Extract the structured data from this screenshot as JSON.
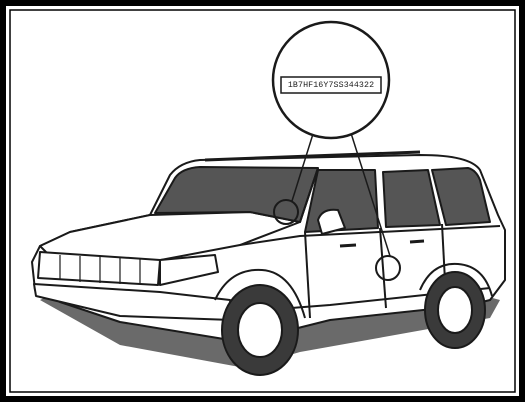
{
  "diagram": {
    "vin_label_text": "1B7HF16Y7SS344322",
    "callouts": [
      "windshield-vin-location",
      "door-jamb-vin-location"
    ],
    "colors": {
      "frame": "#000000",
      "line": "#1a1a1a",
      "glass": "#555555",
      "tire": "#3a3a3a",
      "shadow": "#6a6a6a",
      "background": "#ffffff"
    }
  }
}
